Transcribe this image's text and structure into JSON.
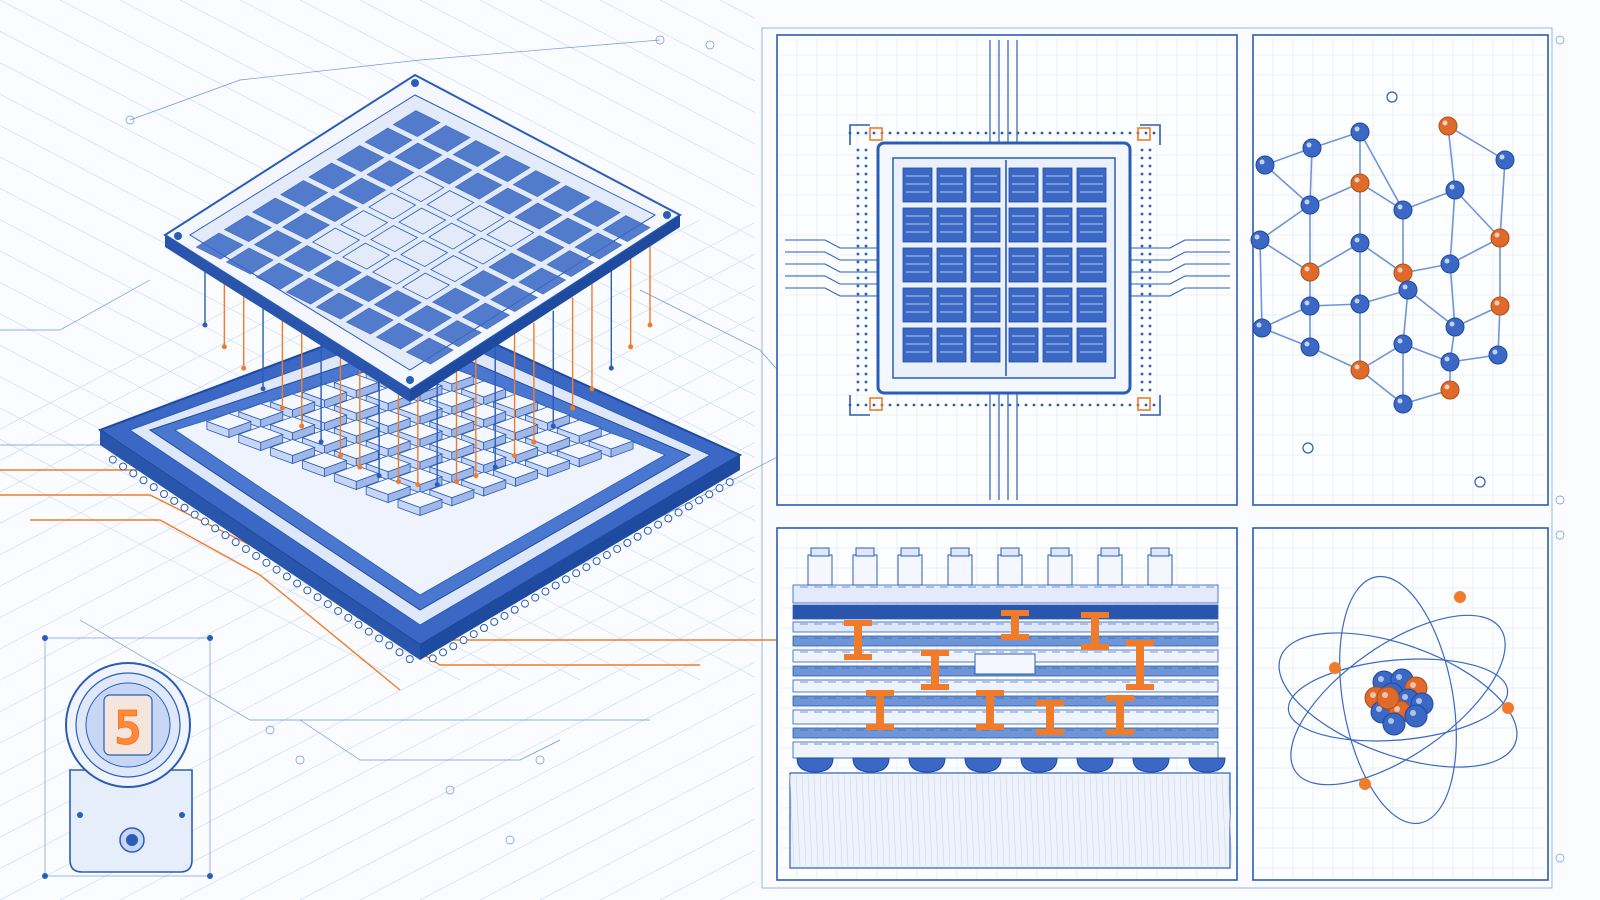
{
  "nixie_tube": {
    "digit": "5"
  },
  "colors": {
    "blueprint_blue": "#2a5db8",
    "light_blue": "#6f95d6",
    "grid_blue": "#c8d7f2",
    "accent_orange": "#f07c2a",
    "paper": "#fbfcff"
  },
  "panels": [
    {
      "id": "isometric-chip-stack",
      "content": "isometric-processor-with-interposer-pins"
    },
    {
      "id": "die-floorplan",
      "content": "top-view-chip-die-layout"
    },
    {
      "id": "crystal-lattice",
      "content": "atomic-lattice-blue-and-orange-atoms"
    },
    {
      "id": "chip-cross-section",
      "content": "layered-interconnect-cross-section"
    },
    {
      "id": "atom-model",
      "content": "nucleus-with-electron-orbits"
    },
    {
      "id": "nixie-display",
      "content": "nixie-tube-inset"
    }
  ]
}
